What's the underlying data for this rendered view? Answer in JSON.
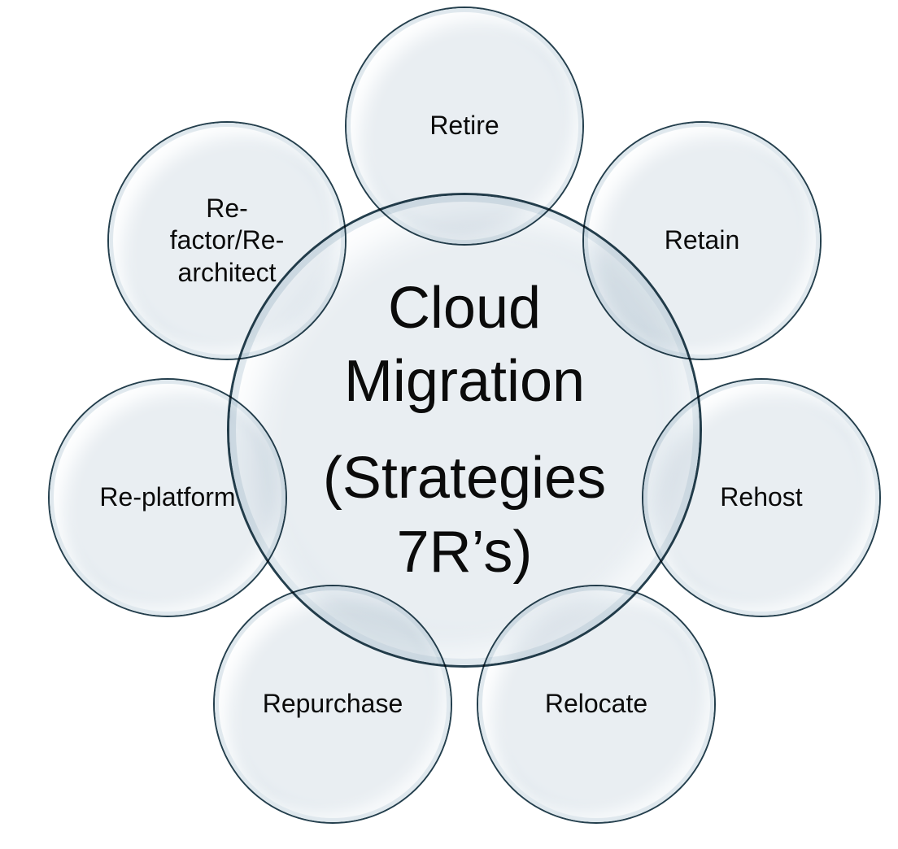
{
  "diagram": {
    "name": "Cloud Migration Strategies bubble diagram",
    "center": {
      "title": "Cloud Migration",
      "subtitle": "(Strategies 7R’s)"
    },
    "bubbles": [
      {
        "id": "retire",
        "label": "Retire"
      },
      {
        "id": "retain",
        "label": "Retain"
      },
      {
        "id": "rehost",
        "label": "Rehost"
      },
      {
        "id": "relocate",
        "label": "Relocate"
      },
      {
        "id": "repurchase",
        "label": "Repurchase"
      },
      {
        "id": "replatform",
        "label": "Re-platform"
      },
      {
        "id": "refactor",
        "label": "Re-factor/Re-architect"
      }
    ],
    "colors": {
      "bubble_fill": "#e9eef2",
      "bubble_rim": "#2e6480",
      "bubble_outline": "#0e2e40",
      "text": "#0b0b0b",
      "background": "#ffffff"
    }
  }
}
